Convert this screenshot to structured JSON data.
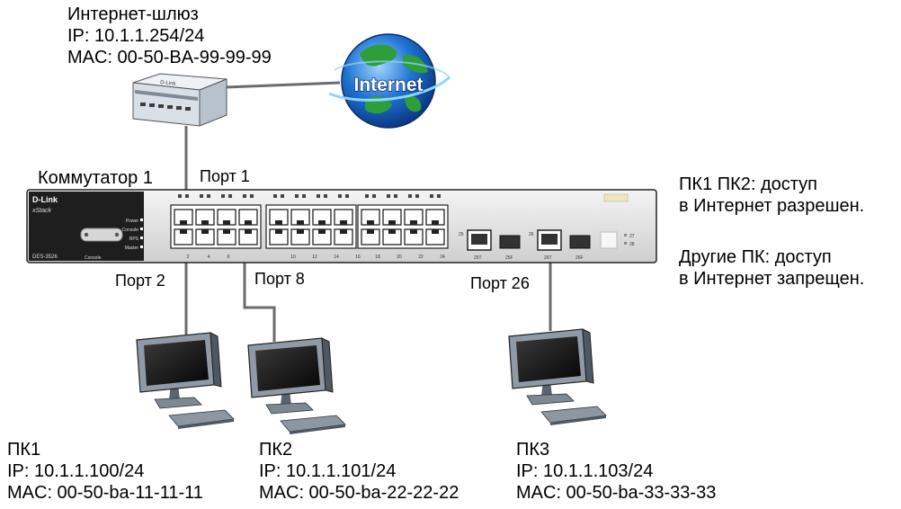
{
  "gateway": {
    "name": "Интернет-шлюз",
    "ip": "IP: 10.1.1.254/24",
    "mac": "MAC: 00-50-BA-99-99-99"
  },
  "internet_globe_label": "Internet",
  "router_brand": "D-Link",
  "switch": {
    "name": "Коммутатор 1",
    "brand": "D-Link",
    "series": "xStack",
    "model": "DES-3526",
    "port1_label": "Порт 1",
    "port2_label": "Порт 2",
    "port8_label": "Порт 8",
    "port26_label": "Порт 26",
    "status_leds": [
      "Power",
      "Console",
      "RPS",
      "Master"
    ],
    "console_label": "Console",
    "port_numbers_bottom": [
      "2",
      "4",
      "6",
      "10",
      "12",
      "14",
      "16",
      "18",
      "20",
      "22",
      "24"
    ],
    "uplink_labels": [
      "25T",
      "25F",
      "26T",
      "26F"
    ],
    "uplink_side_numbers": [
      "25",
      "26"
    ],
    "right_leds": [
      "27",
      "28"
    ]
  },
  "policy": {
    "line1": "ПК1 ПК2: доступ",
    "line2": "в Интернет разрешен.",
    "line3": "Другие ПК: доступ",
    "line4": "в Интернет запрещен."
  },
  "pcs": [
    {
      "name": "ПК1",
      "ip": "IP: 10.1.1.100/24",
      "mac": "MAC: 00-50-ba-11-11-11"
    },
    {
      "name": "ПК2",
      "ip": "IP: 10.1.1.101/24",
      "mac": "MAC: 00-50-ba-22-22-22"
    },
    {
      "name": "ПК3",
      "ip": "IP: 10.1.1.103/24",
      "mac": "MAC: 00-50-ba-33-33-33"
    }
  ],
  "colors": {
    "cable": "#6b6b6b",
    "switch_body": "#e4e4e4",
    "switch_dark": "#1e1e1e",
    "globe_blue": "#1565c0",
    "globe_green": "#2e9e3a",
    "monitor_dark": "#2a2a2a",
    "monitor_body": "#9aa7b4"
  }
}
